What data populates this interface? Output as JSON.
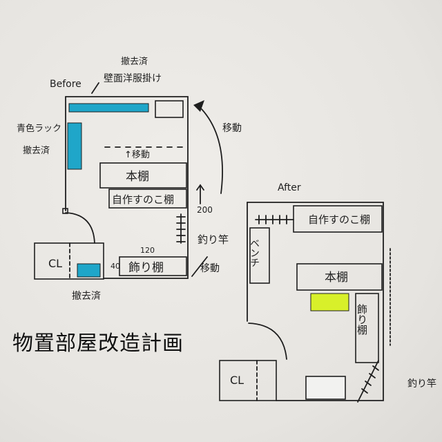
{
  "title": "物置部屋改造計画",
  "before": {
    "label": "Before",
    "wall_hanger": "壁面洋服掛け",
    "wall_hanger_status": "撤去済",
    "blue_rack": "青色ラック",
    "blue_rack_status": "撤去済",
    "move_up": "↑移動",
    "move_curve": "移動",
    "bookshelf": "本棚",
    "slatted_shelf": "自作すのこ棚",
    "dim_200": "200",
    "fishing_rod": "釣り竿",
    "dim_120": "120",
    "dim_40": "40",
    "display_shelf": "飾り棚",
    "move_side": "移動",
    "closet": "CL",
    "small_box_status": "撤去済"
  },
  "after": {
    "label": "After",
    "slatted_shelf": "自作すのこ棚",
    "bench": "ベンチ",
    "bookshelf": "本棚",
    "display_shelf": "飾り棚",
    "closet": "CL",
    "fishing_rod": "釣り竿"
  },
  "colors": {
    "blue": "#1fa6c9",
    "yellow": "#d8f02a",
    "ink": "#1e1e1e"
  }
}
